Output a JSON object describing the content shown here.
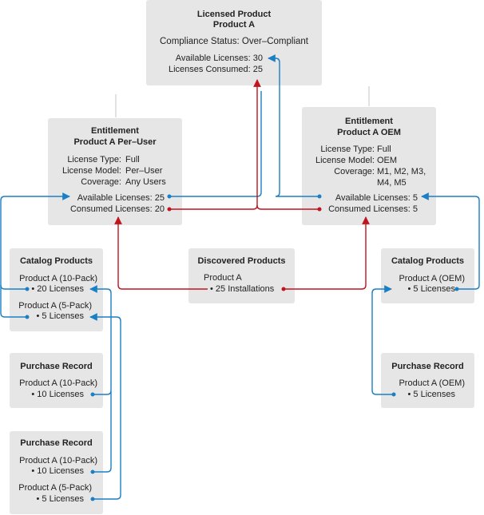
{
  "licensed_product": {
    "title1": "Licensed Product",
    "title2": "Product A",
    "compliance": "Compliance Status: Over–Compliant",
    "available": "Available Licenses: 30",
    "consumed": "Licenses Consumed: 25"
  },
  "entitlement_peruser": {
    "title1": "Entitlement",
    "title2": "Product A Per–User",
    "type_label": "License Type:",
    "type_value": "Full",
    "model_label": "License Model:",
    "model_value": "Per–User",
    "coverage_label": "Coverage:",
    "coverage_value": "Any Users",
    "available": "Available Licenses: 25",
    "consumed": "Consumed Licenses: 20"
  },
  "entitlement_oem": {
    "title1": "Entitlement",
    "title2": "Product A OEM",
    "type_label": "License Type:",
    "type_value": "Full",
    "model_label": "License Model:",
    "model_value": "OEM",
    "coverage_label": "Coverage:",
    "coverage_value1": "M1, M2, M3,",
    "coverage_value2": "M4, M5",
    "available": "Available Licenses: 5",
    "consumed": "Consumed Licenses: 5"
  },
  "catalog_left": {
    "title": "Catalog Products",
    "item1_name": "Product A (10-Pack)",
    "item1_count": "• 20 Licenses",
    "item2_name": "Product A (5-Pack)",
    "item2_count": "• 5 Licenses"
  },
  "discovered": {
    "title": "Discovered Products",
    "name": "Product A",
    "count": "• 25 Installations"
  },
  "catalog_right": {
    "title": "Catalog Products",
    "name": "Product A (OEM)",
    "count": "• 5 Licenses"
  },
  "purchase_1": {
    "title": "Purchase Record",
    "name": "Product A (10-Pack)",
    "count": "• 10 Licenses"
  },
  "purchase_2": {
    "title": "Purchase Record",
    "item1_name": "Product A (10-Pack)",
    "item1_count": "• 10 Licenses",
    "item2_name": "Product A (5-Pack)",
    "item2_count": "• 5 Licenses"
  },
  "purchase_right": {
    "title": "Purchase Record",
    "name": "Product A (OEM)",
    "count": "• 5 Licenses"
  },
  "colors": {
    "blue": "#1a7fc4",
    "red": "#c0141e",
    "box": "#e6e6e6"
  }
}
